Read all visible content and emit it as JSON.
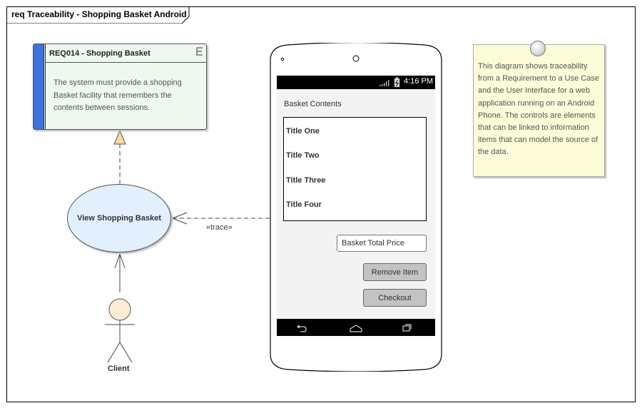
{
  "diagram": {
    "title": "req Traceability - Shopping Basket Android"
  },
  "requirement": {
    "title": "REQ014 - Shopping Basket",
    "description": "The system must provide a shopping Basket facility that remembers the contents between sessions.",
    "accent_color": "#3b73e0",
    "icon": "element-icon"
  },
  "use_case": {
    "label": "View Shopping Basket"
  },
  "connector": {
    "trace_label": "«trace»"
  },
  "actor": {
    "label": "Client"
  },
  "phone": {
    "status_time": "4:16 PM",
    "heading": "Basket Contents",
    "list_items": [
      "Title One",
      "Title Two",
      "Title Three",
      "Title Four"
    ],
    "total_field": "Basket Total Price",
    "remove_button": "Remove Item",
    "checkout_button": "Checkout",
    "nav_icons": [
      "back-icon",
      "home-icon",
      "recents-icon"
    ]
  },
  "note": {
    "text": "This diagram shows traceability from a Requirement to a Use Case and the User Interface for a web application running on an Android Phone. The controls are elements that can be linked to information items that can model the source of the data."
  }
}
